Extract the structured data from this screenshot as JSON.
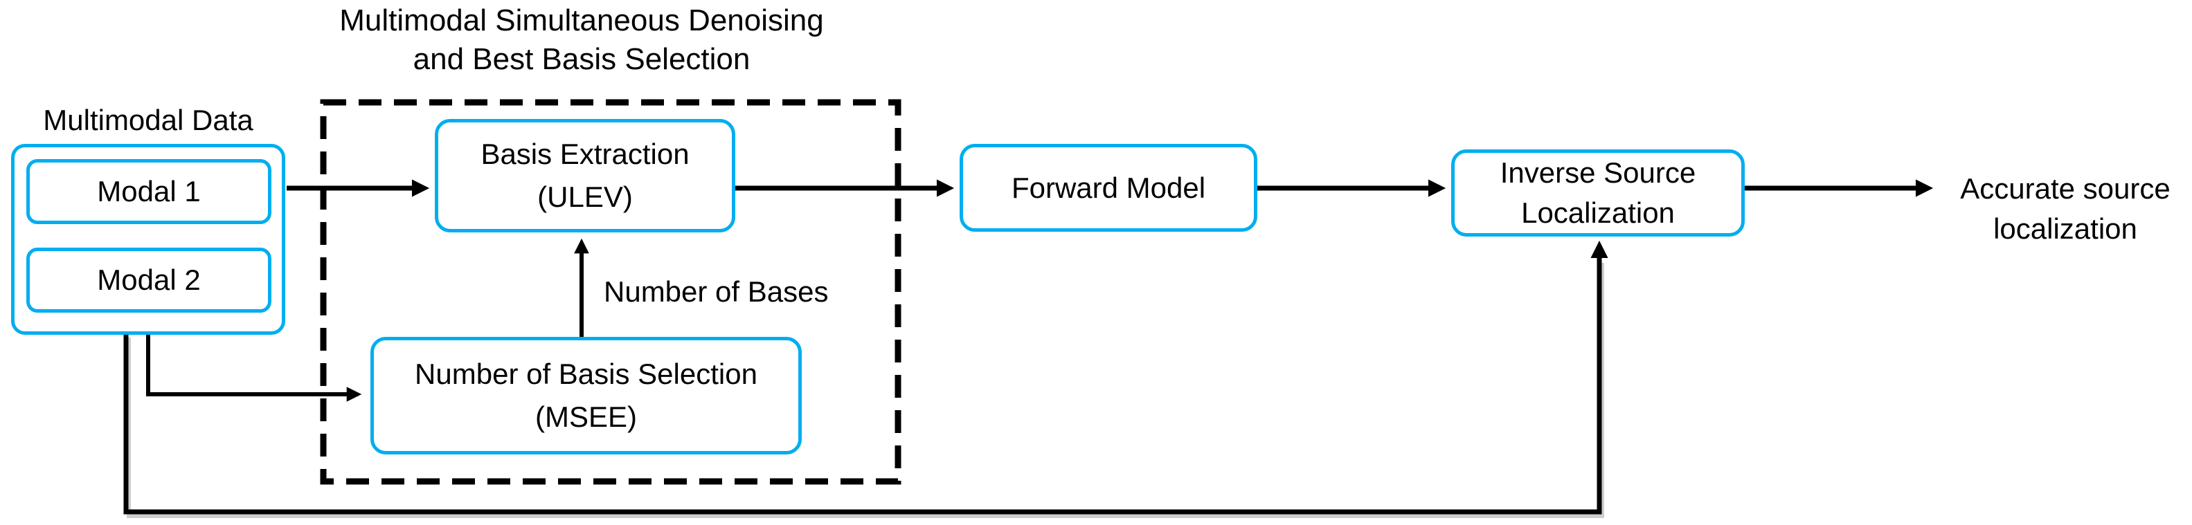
{
  "diagram": {
    "title": {
      "line1": "Multimodal Simultaneous Denoising",
      "line2": "and Best Basis Selection"
    },
    "multimodal_group": {
      "label": "Multimodal Data",
      "modal1_label": "Modal 1",
      "modal2_label": "Modal 2"
    },
    "nodes": {
      "basis_extraction": {
        "line1": "Basis Extraction",
        "line2": "(ULEV)"
      },
      "number_of_basis_selection": {
        "line1": "Number of Basis Selection",
        "line2": "(MSEE)"
      },
      "forward_model": {
        "label": "Forward Model"
      },
      "inverse_source_localization": {
        "line1": "Inverse Source",
        "line2": "Localization"
      }
    },
    "annotations": {
      "number_of_bases": "Number of Bases",
      "output": {
        "line1": "Accurate source",
        "line2": "localization"
      }
    },
    "colors": {
      "box_border": "#00AEEF",
      "line": "#000000",
      "background": "#FFFFFF"
    }
  }
}
